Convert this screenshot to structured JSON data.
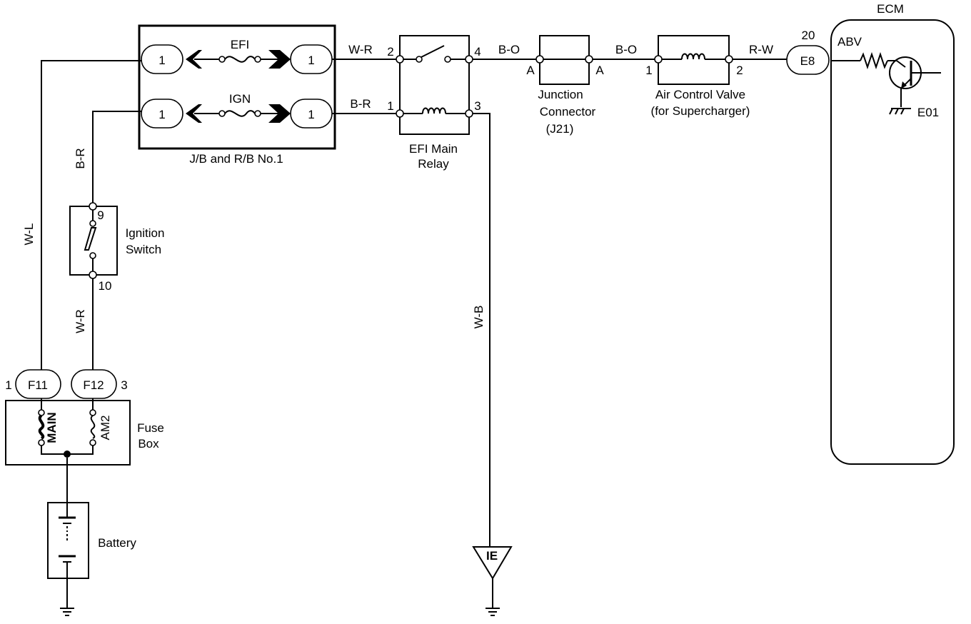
{
  "components": {
    "junction_block": {
      "label": "J/B and R/B No.1",
      "fuse_efi": "EFI",
      "fuse_ign": "IGN",
      "pin": "1"
    },
    "efi_main_relay": {
      "label_line1": "EFI Main",
      "label_line2": "Relay",
      "pin_1": "1",
      "pin_2": "2",
      "pin_3": "3",
      "pin_4": "4"
    },
    "junction_connector": {
      "label_line1": "Junction",
      "label_line2": "Connector",
      "label_line3": "(J21)",
      "pin_a": "A"
    },
    "air_control_valve": {
      "label_line1": "Air Control Valve",
      "label_line2": "(for Supercharger)",
      "pin_1": "1",
      "pin_2": "2"
    },
    "ecm": {
      "label": "ECM",
      "connector": "E8",
      "pin": "20",
      "abv": "ABV",
      "ground": "E01"
    },
    "ignition_switch": {
      "label_line1": "Ignition",
      "label_line2": "Switch",
      "pin_top": "9",
      "pin_bottom": "10"
    },
    "fuse_box": {
      "label_line1": "Fuse",
      "label_line2": "Box",
      "fuse_main": "MAIN",
      "fuse_am2": "AM2",
      "conn_f11": "F11",
      "conn_f12": "F12",
      "pin_f11": "1",
      "pin_f12": "3"
    },
    "battery": {
      "label": "Battery"
    },
    "ground_ie": {
      "label": "IE"
    }
  },
  "wires": {
    "w_r_top": "W-R",
    "b_r_mid": "B-R",
    "b_o_1": "B-O",
    "b_o_2": "B-O",
    "r_w": "R-W",
    "w_l": "W-L",
    "b_r_vert": "B-R",
    "w_r_vert": "W-R",
    "w_b_vert": "W-B"
  }
}
